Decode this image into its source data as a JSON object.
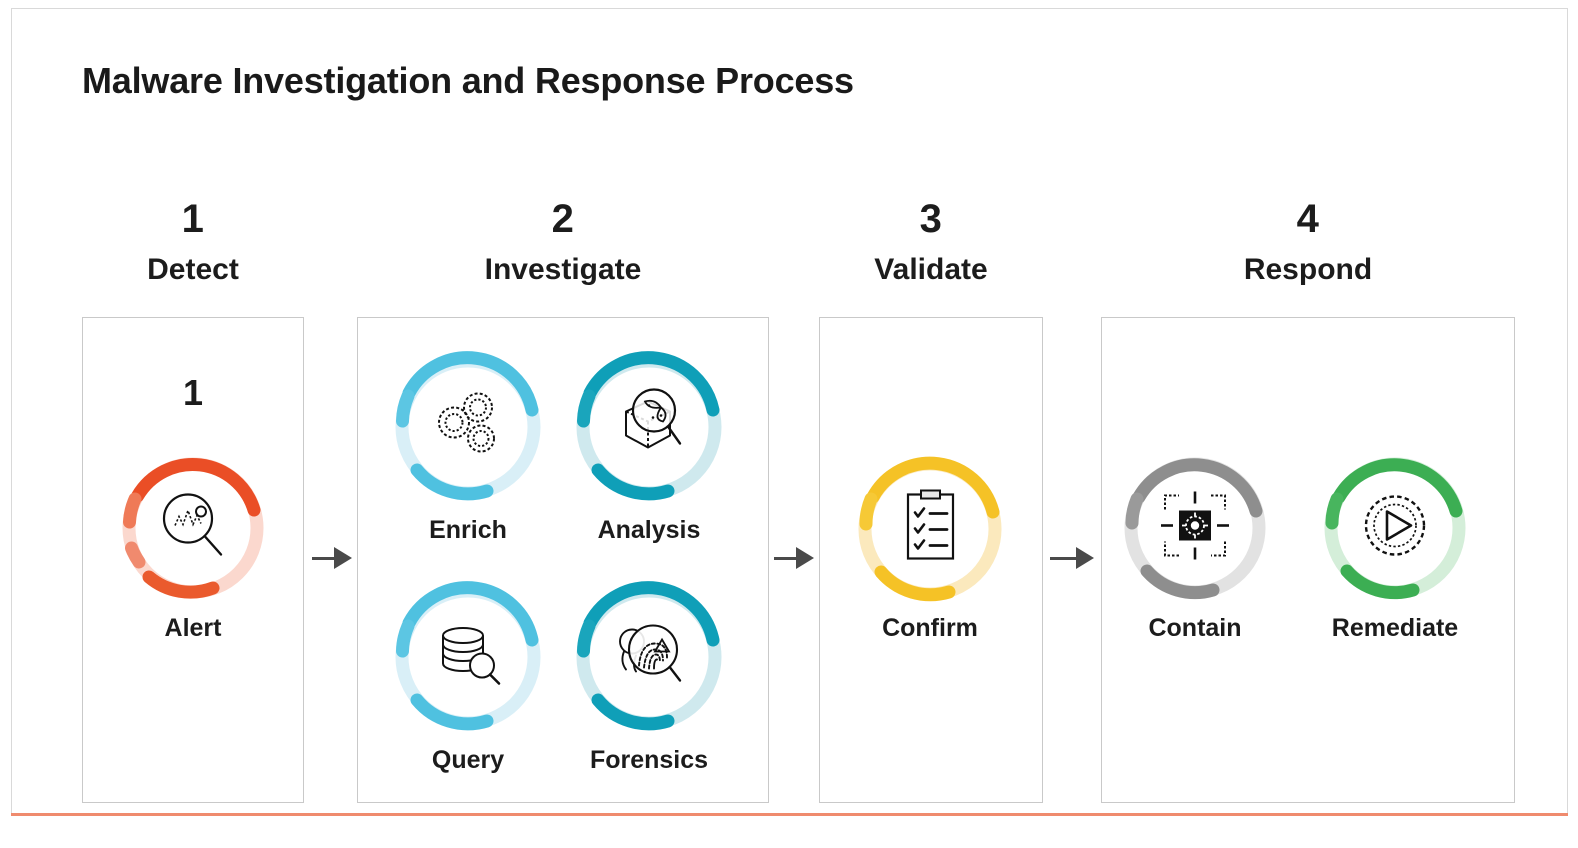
{
  "slide": {
    "title": "Malware Investigation and Response Process",
    "accent_bottom_rule": "#ef8b6e",
    "frame_border": "#d9d9d9",
    "card_border": "#c9c9c9",
    "arrow_color": "#4a4a4a",
    "text_color": "#1c1c1c"
  },
  "phases": [
    {
      "number": "1",
      "name": "Detect"
    },
    {
      "number": "2",
      "name": "Investigate"
    },
    {
      "number": "3",
      "name": "Validate"
    },
    {
      "number": "4",
      "name": "Respond"
    }
  ],
  "nodes": {
    "alert": {
      "label": "Alert",
      "icon": "magnifier-waveform-icon",
      "ring_color": "#ea4e26",
      "inner_number": "1"
    },
    "enrich": {
      "label": "Enrich",
      "icon": "gears-icon",
      "ring_color": "#4fc1e0"
    },
    "analysis": {
      "label": "Analysis",
      "icon": "cube-magnifier-icon",
      "ring_color": "#0f9fb8"
    },
    "query": {
      "label": "Query",
      "icon": "database-search-icon",
      "ring_color": "#4fc1e0"
    },
    "forensics": {
      "label": "Forensics",
      "icon": "fingerprint-magnifier-icon",
      "ring_color": "#0f9fb8"
    },
    "confirm": {
      "label": "Confirm",
      "icon": "clipboard-checklist-icon",
      "ring_color": "#f5c226"
    },
    "contain": {
      "label": "Contain",
      "icon": "quarantine-target-icon",
      "ring_color": "#8e8e8e"
    },
    "remediate": {
      "label": "Remediate",
      "icon": "gear-play-icon",
      "ring_color": "#3cae53"
    }
  },
  "arrows": [
    {
      "name": "arrow-detect-to-investigate"
    },
    {
      "name": "arrow-investigate-to-validate"
    },
    {
      "name": "arrow-validate-to-respond"
    }
  ]
}
